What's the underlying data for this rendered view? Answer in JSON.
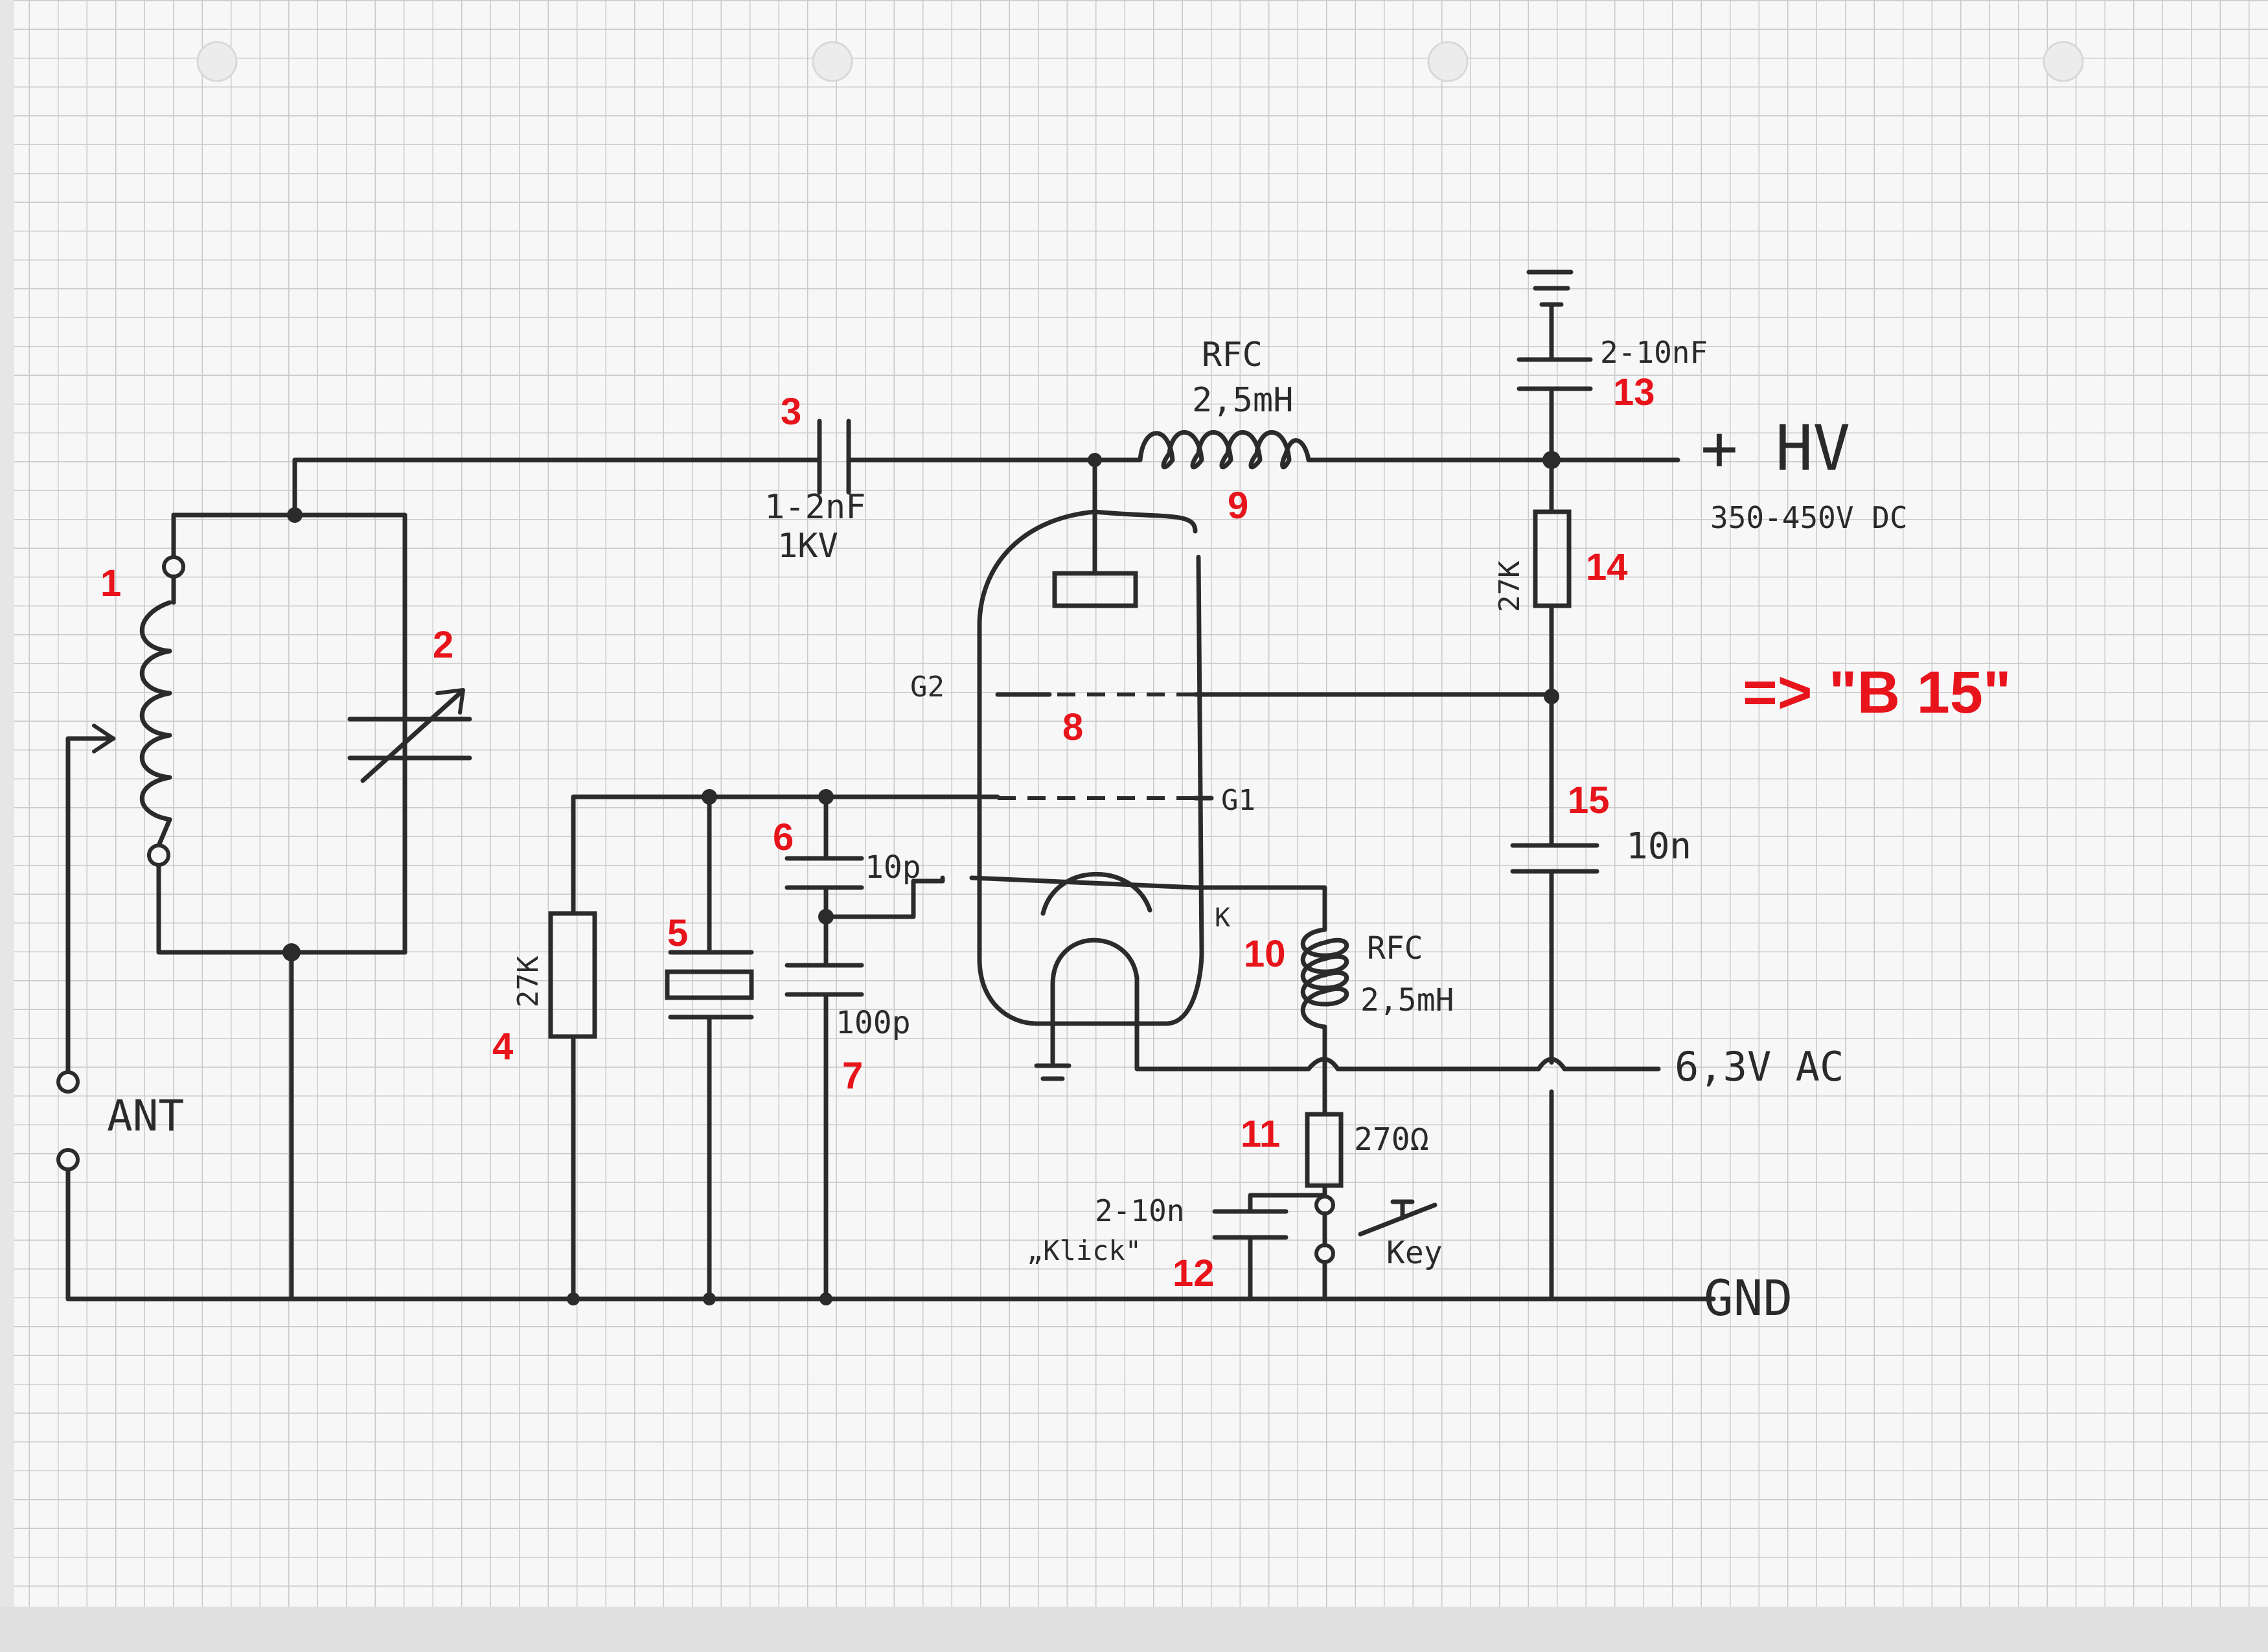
{
  "colors": {
    "paper": "#f7f7f7",
    "grid": "#c9c9c9",
    "ink": "#2b2b2b",
    "marker": "#e8141b"
  },
  "markers": [
    "1",
    "2",
    "3",
    "4",
    "5",
    "6",
    "7",
    "8",
    "9",
    "10",
    "11",
    "12",
    "13",
    "14",
    "15"
  ],
  "labels": {
    "c3_value": "1-2nF",
    "c3_voltage": "1KV",
    "rfc_top_title": "RFC",
    "rfc_top_value": "2,5mH",
    "hv_label": "+ HV",
    "hv_range": "350-450V DC",
    "c13_value": "2-10nF",
    "r14_value": "27K",
    "tube_b15": "=> \"B 15\"",
    "g2_label": "G2",
    "g1_label": "G1",
    "k_label": "K",
    "c15_value": "10n",
    "c6_value": "10p",
    "c7_value": "100p",
    "r4_value": "27K",
    "rfc_bottom_title": "RFC",
    "rfc_bottom_value": "2,5mH",
    "heater_label": "6,3V AC",
    "r11_value": "270Ω",
    "c12_value": "2-10n",
    "c12_note": "„Klick\"",
    "key_label": "Key",
    "ant_label": "ANT",
    "gnd_label": "GND"
  }
}
